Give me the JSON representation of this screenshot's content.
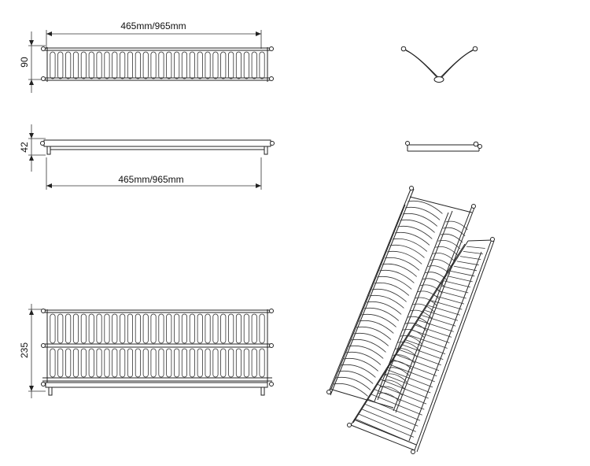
{
  "dimensions": {
    "top_width": "465mm/965mm",
    "top_height": "90",
    "middle_height": "42",
    "middle_width": "465mm/965mm",
    "bottom_height": "235"
  }
}
